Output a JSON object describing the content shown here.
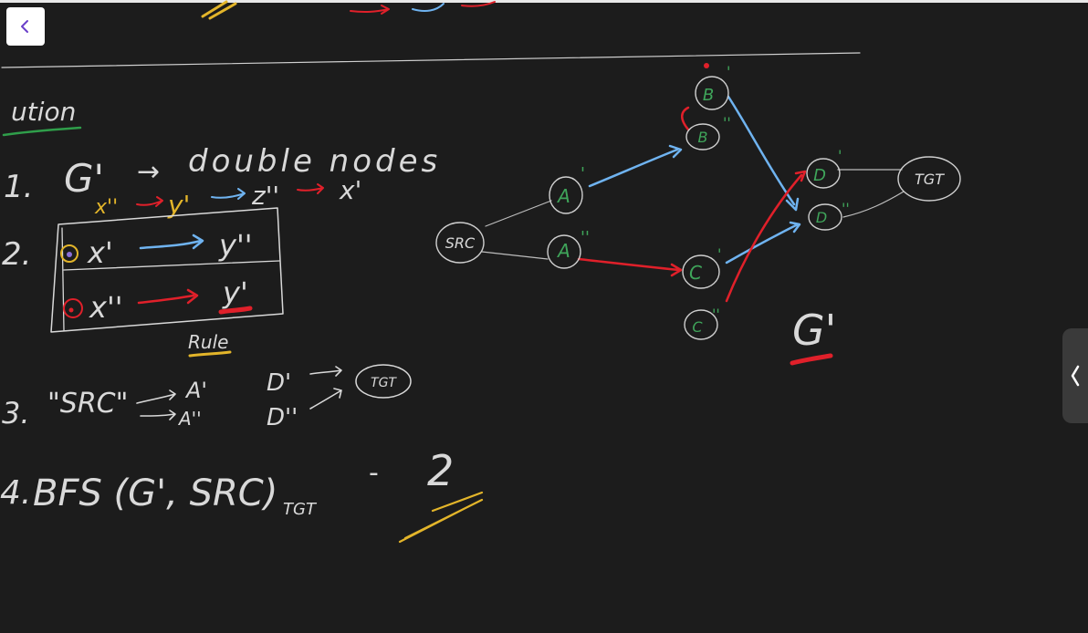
{
  "app": {
    "back_button_label": "back",
    "side_panel_label": "side panel"
  },
  "colors": {
    "background": "#1c1c1c",
    "chalk": "#d9d9d9",
    "green_node": "#3fa55a",
    "red_ink": "#e0202a",
    "blue_ink": "#6fb3f0",
    "yellow_ink": "#e3b52a",
    "underline_green": "#2f9e4a"
  },
  "whiteboard": {
    "heading_partial": "ution",
    "step1": {
      "number": "1.",
      "graph": "G'",
      "arrow": "→",
      "text": "double nodes"
    },
    "cycle": {
      "x2": "x''",
      "y1": "y'",
      "z2": "z''",
      "x1": "x'"
    },
    "step2": {
      "number": "2."
    },
    "rule_table": {
      "row1": {
        "from": "x'",
        "to": "y''"
      },
      "row2": {
        "from": "x''",
        "to": "y'"
      },
      "caption": "Rule"
    },
    "step3": {
      "number": "3.",
      "src": "\"SRC\"",
      "to_a1": "A'",
      "to_a2": "A''",
      "d1": "D'",
      "d2": "D''",
      "tgt": "TGT"
    },
    "step4": {
      "number": "4.",
      "expr": "BFS (G', SRC)",
      "subscript": "TGT",
      "dash": "-",
      "result": "2"
    },
    "graph": {
      "src": "SRC",
      "tgt": "TGT",
      "a1": "A",
      "a1_mark": "'",
      "a2": "A",
      "a2_mark": "''",
      "b1": "B",
      "b1_mark": "'",
      "b2": "B",
      "b2_mark": "''",
      "c1": "C",
      "c1_mark": "'",
      "c2": "C",
      "c2_mark": "''",
      "d1": "D",
      "d1_mark": "'",
      "d2": "D",
      "d2_mark": "''",
      "label": "G'"
    }
  }
}
